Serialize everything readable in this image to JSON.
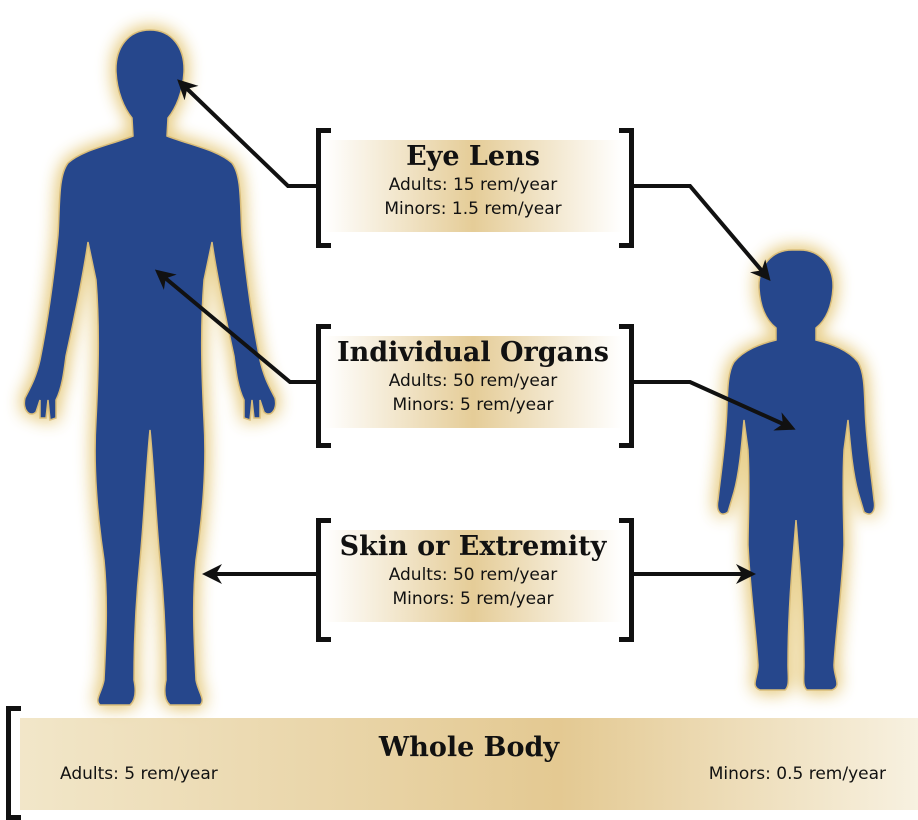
{
  "labels": {
    "eye_lens": {
      "title": "Eye Lens",
      "adults": "Adults: 15 rem/year",
      "minors": "Minors: 1.5 rem/year"
    },
    "individual_organs": {
      "title": "Individual Organs",
      "adults": "Adults: 50 rem/year",
      "minors": "Minors: 5 rem/year"
    },
    "skin_or_extremity": {
      "title": "Skin or Extremity",
      "adults": "Adults: 50 rem/year",
      "minors": "Minors: 5 rem/year"
    },
    "whole_body": {
      "title": "Whole Body",
      "adults": "Adults: 5 rem/year",
      "minors": "Minors: 0.5 rem/year"
    }
  },
  "colors": {
    "silhouette": "#27468c",
    "glow": "#e8cf8a",
    "arrow": "#111111",
    "label_band": "#e2c78c"
  }
}
